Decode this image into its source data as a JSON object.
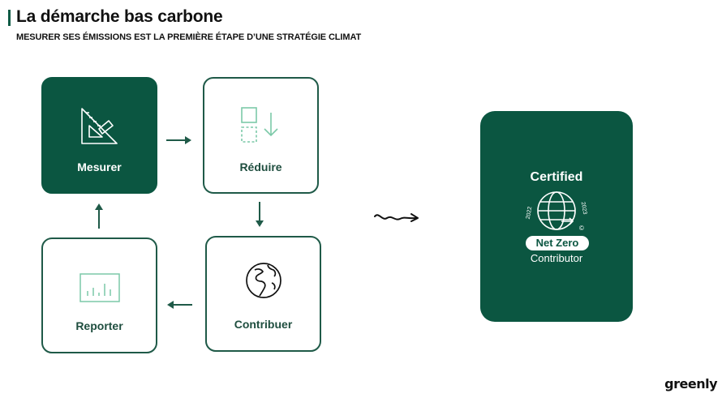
{
  "header": {
    "title": "La démarche bas carbone",
    "subtitle": "MESURER SES ÉMISSIONS EST LA PREMIÈRE ÉTAPE D’UNE STRATÉGIE CLIMAT"
  },
  "steps": {
    "mesurer": {
      "label": "Mesurer",
      "icon": "set-square-ruler-icon"
    },
    "reduire": {
      "label": "Réduire",
      "icon": "reduce-squares-arrow-icon"
    },
    "contribuer": {
      "label": "Contribuer",
      "icon": "globe-icon"
    },
    "reporter": {
      "label": "Reporter",
      "icon": "bar-chart-icon"
    }
  },
  "badge": {
    "certified": "Certified",
    "net_zero": "Net Zero",
    "contributor": "Contributor",
    "year_left": "2022",
    "year_right": "2023",
    "copyright": "©"
  },
  "brand": {
    "logo": "greenly"
  },
  "colors": {
    "primary": "#0b5641",
    "border": "#1f5a48",
    "accent_light": "#7cc9a8"
  }
}
